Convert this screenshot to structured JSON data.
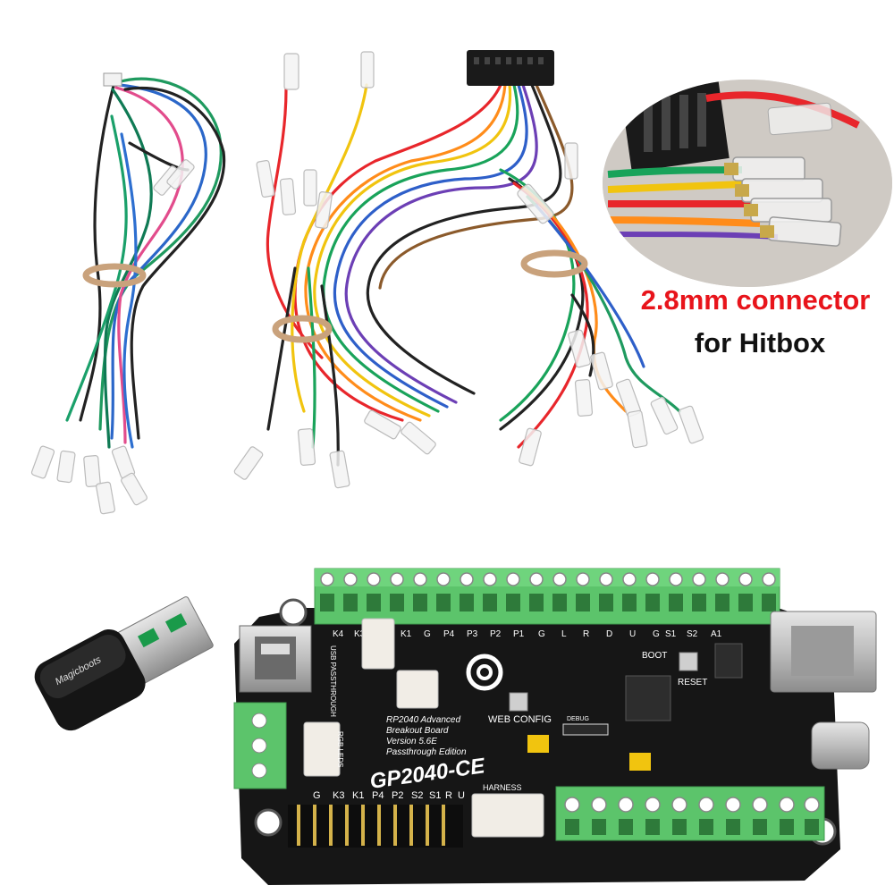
{
  "callout": {
    "title": "2.8mm connector",
    "subtitle": "for Hitbox"
  },
  "colors": {
    "callout_title": "#e8141b",
    "callout_subtitle": "#111111",
    "pcb": "#161616",
    "terminal_green": "#5cc46b",
    "usb_metal": "#c9c9c9"
  },
  "pcb": {
    "board_name": "GP2040-CE",
    "description": [
      "RP2040 Advanced",
      "Breakout Board",
      "Version 5.6E",
      "Passthrough Edition"
    ],
    "web_config": "WEB CONFIG",
    "boot": "BOOT",
    "reset": "RESET",
    "debug": "DEBUG",
    "harness": "HARNESS",
    "usb_passthrough": "USB PASSTHROUGH",
    "rgb_leds": "RGB LEDS",
    "top_labels": [
      "K4",
      "K3",
      "K1",
      "G",
      "P4",
      "P3",
      "P2",
      "P1",
      "G",
      "L",
      "R",
      "D",
      "U",
      "G",
      "S1",
      "S2",
      "A1"
    ],
    "bottom_labels": [
      "G",
      "K3",
      "K1",
      "P4",
      "P2",
      "S2",
      "S1",
      "R",
      "U"
    ]
  },
  "dongle": {
    "brand": "Magicboots"
  }
}
